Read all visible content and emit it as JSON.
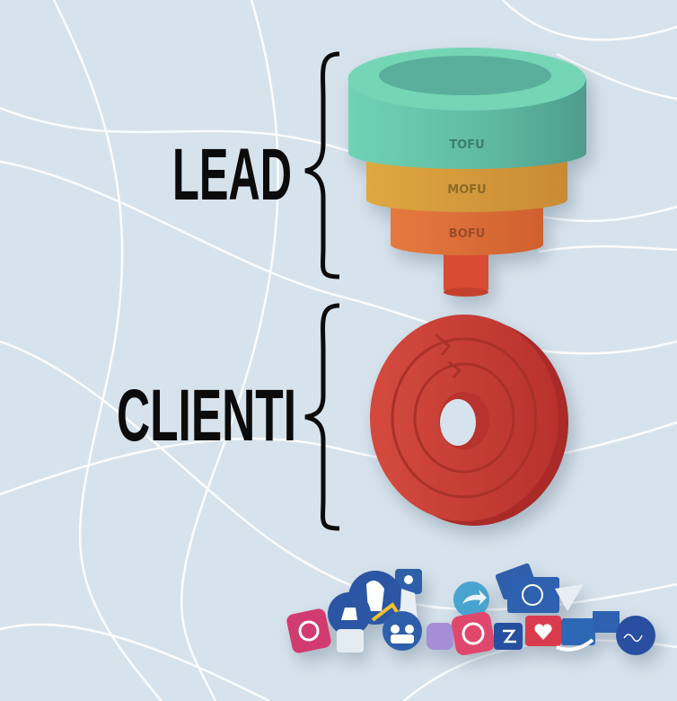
{
  "labels": {
    "lead": "LEAD",
    "clienti": "CLIENTI"
  },
  "funnel": {
    "stages": [
      {
        "label": "TOFU",
        "color": "#6fcfb2"
      },
      {
        "label": "MOFU",
        "color": "#dba23e"
      },
      {
        "label": "BOFU",
        "color": "#e2703c"
      }
    ],
    "spout_color": "#d94c35"
  },
  "loyalty_ring_color": "#d9443a",
  "social_icons": [
    "instagram-icon",
    "people-icon",
    "thumbs-up-icon",
    "trophy-icon",
    "share-icon",
    "smiley-icon",
    "heart-icon",
    "gift-icon",
    "group-icon",
    "paper-plane-icon"
  ],
  "colors": {
    "background": "#d7e3ec",
    "text": "#0b0b0b"
  }
}
